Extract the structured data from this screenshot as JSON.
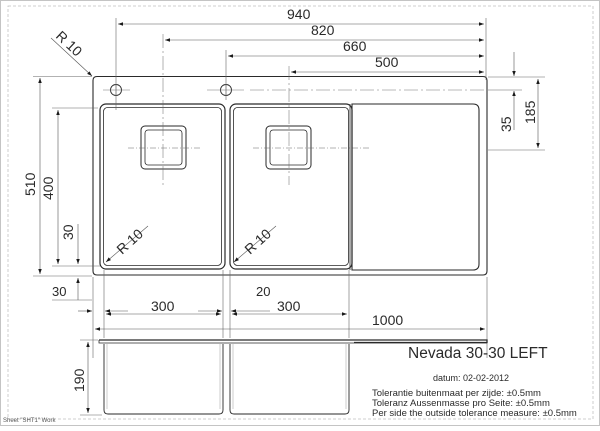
{
  "drawing": {
    "title": "Nevada 30-30 LEFT",
    "date_label": "datum: 02-02-2012",
    "tolerance_notes": [
      "Tolerantie buitenmaat per zijde: ±0.5mm",
      "Toleranz Aussenmasse pro Seite: ±0.5mm",
      "Per side the outside tolerance measure: ±0.5mm"
    ],
    "sheet_label": "Sheet \"SHT1\" Work"
  },
  "dimensions": {
    "top": {
      "d940": "940",
      "d820": "820",
      "d660": "660",
      "d500": "500"
    },
    "corner_radius": "R 10",
    "bowl_radius_left": "R 10",
    "bowl_radius_right": "R 10",
    "right": {
      "d35": "35",
      "d185": "185"
    },
    "left": {
      "d510": "510",
      "d400": "400",
      "d30": "30"
    },
    "bottom": {
      "d30": "30",
      "d20": "20",
      "left_bowl_300": "300",
      "right_bowl_300": "300",
      "total_1000": "1000"
    },
    "side_view": {
      "depth_190": "190"
    }
  },
  "colors": {
    "line": "#2a2a2a",
    "thin_line": "#555555",
    "frame": "#bdbdbd",
    "dashed_border": "#b8b8b8"
  }
}
